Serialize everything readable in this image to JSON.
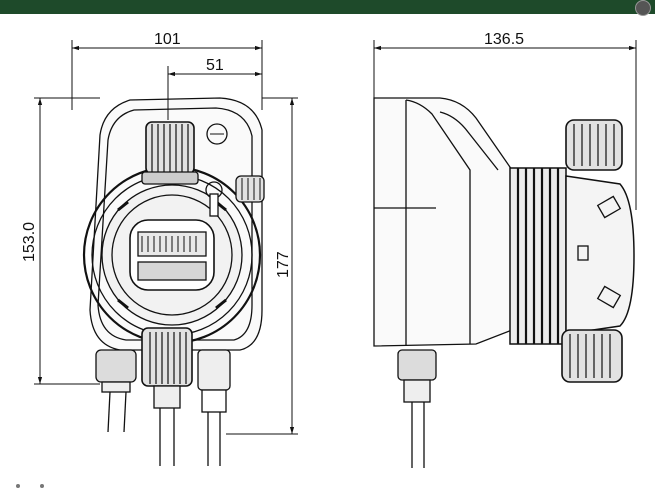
{
  "dimensions": {
    "front_width": "101",
    "offset_width": "51",
    "front_height_inner": "153.0",
    "front_height_total": "177",
    "side_width": "136.5"
  },
  "colors": {
    "header_bar": "#1e4a2a",
    "line": "#111111"
  },
  "icons": {
    "corner": "close-icon"
  }
}
